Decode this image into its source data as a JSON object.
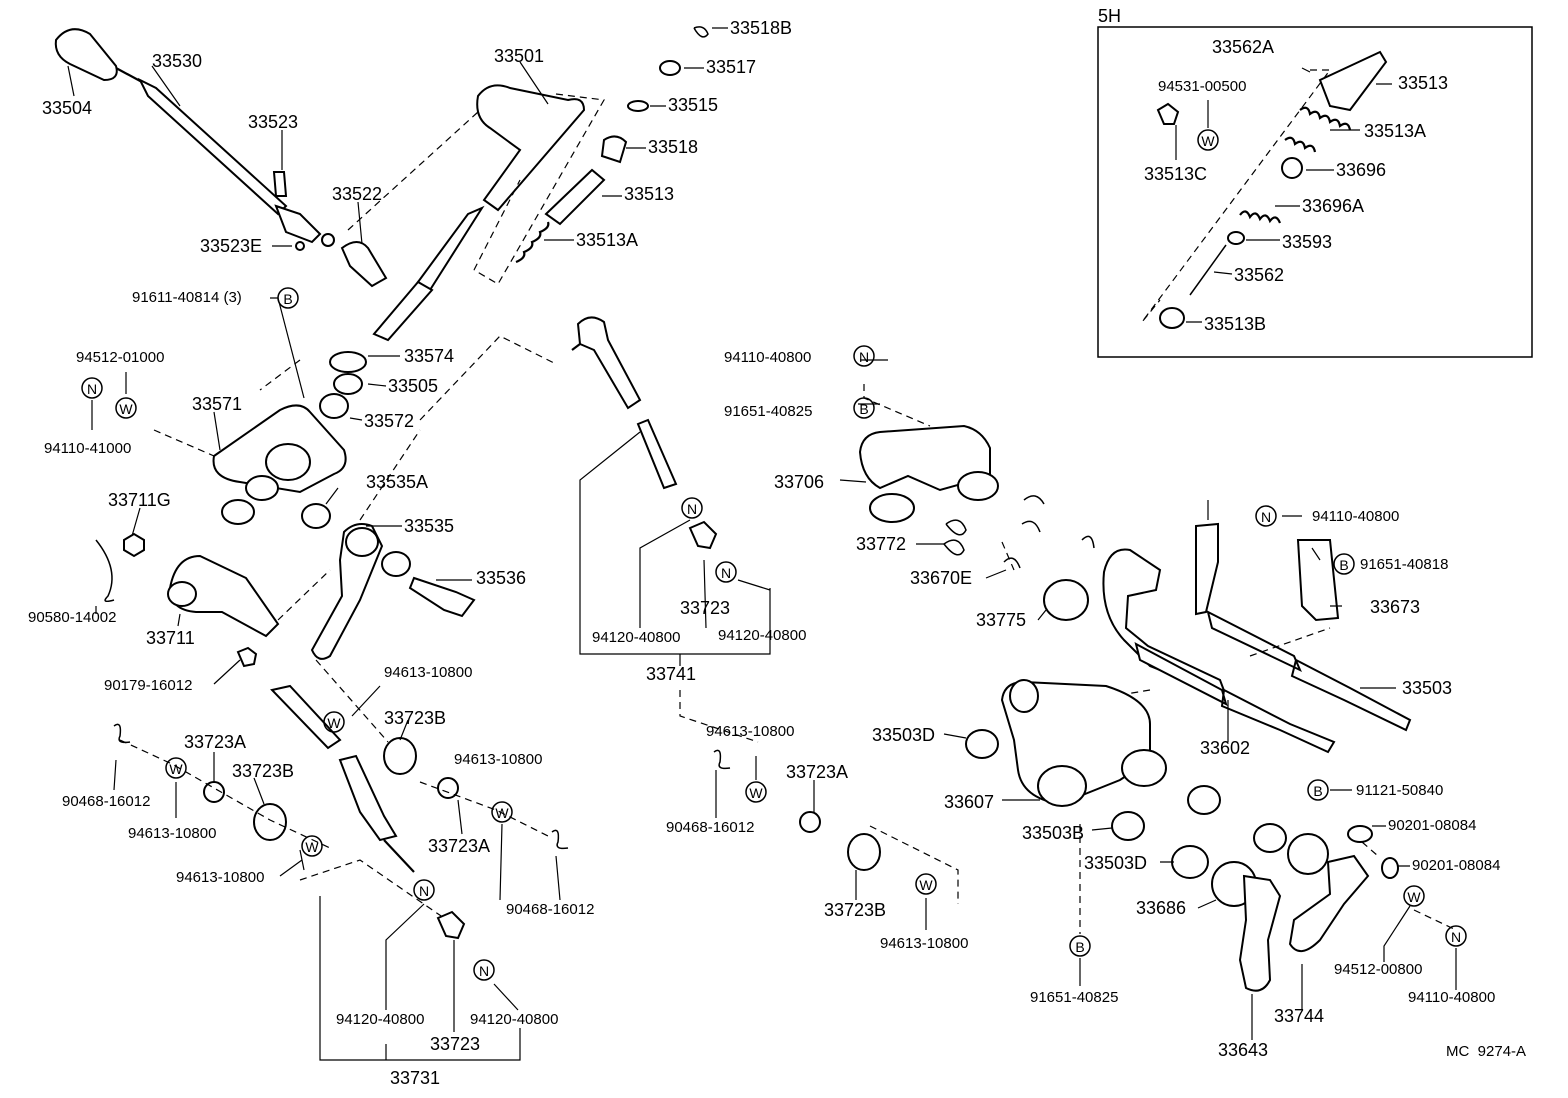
{
  "diagram_code": "MC  9274-A",
  "inset": {
    "title": "5H"
  },
  "symbols": {
    "N": "N",
    "W": "W",
    "B": "B"
  },
  "labels": {
    "p33504": "33504",
    "p33530": "33530",
    "p33523": "33523",
    "p33522": "33522",
    "p33523E": "33523E",
    "p91611_40814": "91611-40814 (3)",
    "p94512_01000": "94512-01000",
    "p94110_41000": "94110-41000",
    "p33571": "33571",
    "p33711G": "33711G",
    "p90580_14002": "90580-14002",
    "p33711": "33711",
    "p90179_16012": "90179-16012",
    "p33501": "33501",
    "p33518B": "33518B",
    "p33517": "33517",
    "p33515": "33515",
    "p33518": "33518",
    "p33513": "33513",
    "p33513A": "33513A",
    "p33574": "33574",
    "p33505": "33505",
    "p33572": "33572",
    "p33535A": "33535A",
    "p33535": "33535",
    "p33536": "33536",
    "p94613_10800_a": "94613-10800",
    "p33723B_a": "33723B",
    "p33723A_a": "33723A",
    "p33723B_b": "33723B",
    "p90468_16012_a": "90468-16012",
    "p94613_10800_b": "94613-10800",
    "p94613_10800_c": "94613-10800",
    "p94613_10800_d": "94613-10800",
    "p33723A_b": "33723A",
    "p90468_16012_b": "90468-16012",
    "p94120_40800_a": "94120-40800",
    "p94120_40800_b": "94120-40800",
    "p33723_a": "33723",
    "p33731": "33731",
    "p94120_40800_c": "94120-40800",
    "p94120_40800_d": "94120-40800",
    "p33723_b": "33723",
    "p33741": "33741",
    "p94613_10800_e": "94613-10800",
    "p90468_16012_c": "90468-16012",
    "p33723A_c": "33723A",
    "p33723B_c": "33723B",
    "p94613_10800_f": "94613-10800",
    "p94110_40800_a": "94110-40800",
    "p91651_40825_a": "91651-40825",
    "p33706": "33706",
    "p33772": "33772",
    "p33670E": "33670E",
    "p33775": "33775",
    "p94110_40800_b": "94110-40800",
    "p91651_40818": "91651-40818",
    "p33673": "33673",
    "p33503": "33503",
    "p33503D_a": "33503D",
    "p33607": "33607",
    "p33602": "33602",
    "p33503B": "33503B",
    "p33503D_b": "33503D",
    "p33686": "33686",
    "p91651_40825_b": "91651-40825",
    "p33643": "33643",
    "p33744": "33744",
    "p91121_50840": "91121-50840",
    "p90201_08084_a": "90201-08084",
    "p90201_08084_b": "90201-08084",
    "p94512_00800": "94512-00800",
    "p94110_40800_c": "94110-40800",
    "p33562A": "33562A",
    "p94531_00500": "94531-00500",
    "p33513C": "33513C",
    "p33513_inset": "33513",
    "p33513A_inset": "33513A",
    "p33696": "33696",
    "p33696A": "33696A",
    "p33593": "33593",
    "p33562": "33562",
    "p33513B": "33513B"
  }
}
